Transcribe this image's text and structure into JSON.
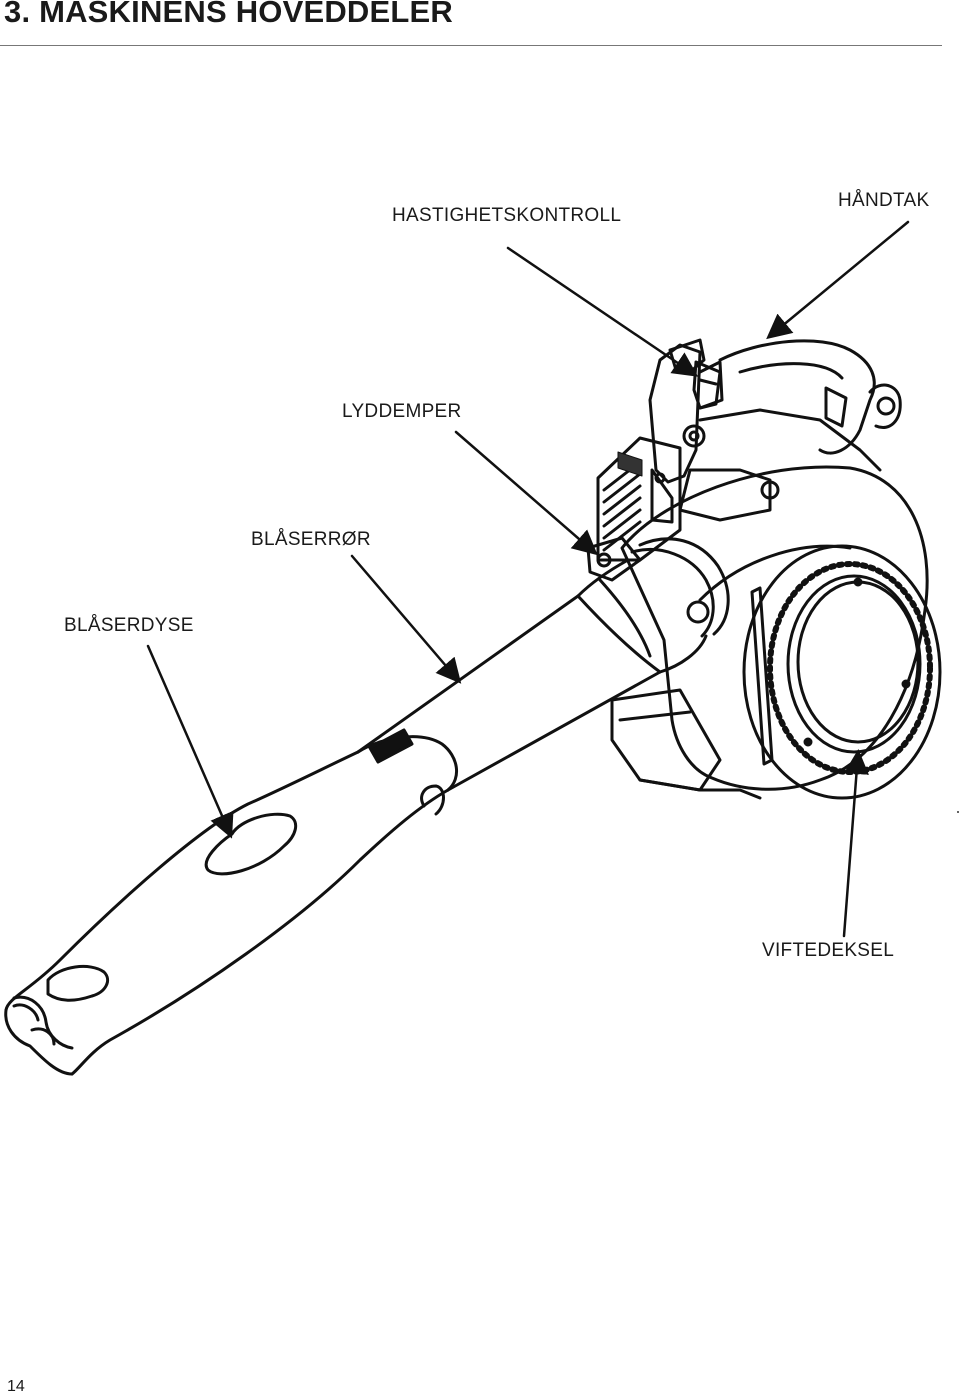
{
  "section": {
    "title": "3. MASKINENS HOVEDDELER"
  },
  "labels": {
    "speed_control": "HASTIGHETSKONTROLL",
    "handle": "HÅNDTAK",
    "muffler": "LYDDEMPER",
    "blower_pipe": "BLÅSERRØR",
    "blower_nozzle": "BLÅSERDYSE",
    "fan_cover": "VIFTEDEKSEL"
  },
  "page_number": "14"
}
